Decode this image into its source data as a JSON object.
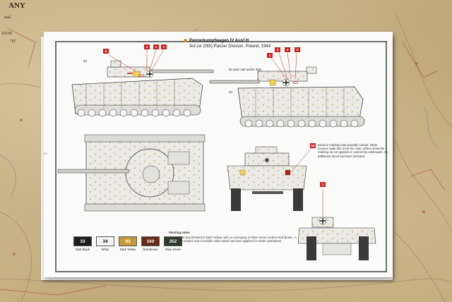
{
  "map": {
    "labels": [
      "ANY",
      "ntal",
      "SIUM",
      "\"D\""
    ]
  },
  "sheet": {
    "title": "Panzerkampfwagen IV Ausf H",
    "subtitle": "3rd (or 20th) Panzer Division, Poland, 1944",
    "side_left": {
      "callouts": [
        "5",
        "3",
        "2",
        "1"
      ],
      "part_number": "34",
      "turret_number": "433"
    },
    "side_right": {
      "callouts": [
        "1",
        "2",
        "4",
        "3"
      ],
      "part_numbers": [
        "34"
      ],
      "gun_note": "93 (with 160 and/or 252)",
      "turret_number": "433"
    },
    "front_view": {
      "callout": "16",
      "note": "Division marking was possibly carried. Other sources state this to be the case, others show the marking as not applied or covered by whitewash. An additional decal has been included."
    },
    "rear_view": {
      "callout": "1"
    },
    "top_view_side_number": "17",
    "painting_notes": {
      "heading": "Painting notes",
      "text": "The vehicle was finished in Dark Yellow, with an overspray of Olive Green and/or Red Brown. A heavy lime-based coat of soluble white wash has been applied for winter operations."
    },
    "colors": [
      {
        "number": "33",
        "name": "Matt Black",
        "hex": "#1c1c1c",
        "text": "#ffffff"
      },
      {
        "number": "34",
        "name": "White",
        "hex": "#f4f4f2",
        "text": "#111111"
      },
      {
        "number": "93",
        "name": "Dark Yellow",
        "hex": "#c49a3a",
        "text": "#ffffff"
      },
      {
        "number": "160",
        "name": "Red Brown",
        "hex": "#6b2a1c",
        "text": "#ffffff"
      },
      {
        "number": "252",
        "name": "Olive Green",
        "hex": "#2f3a2d",
        "text": "#ffffff"
      }
    ]
  }
}
